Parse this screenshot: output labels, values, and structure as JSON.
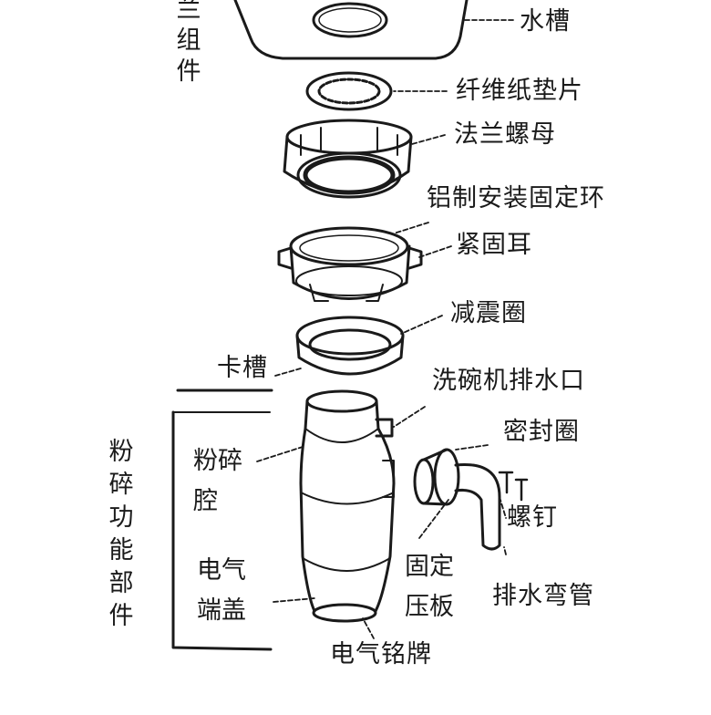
{
  "diagram": {
    "groups": {
      "flange_assembly": "兰组件",
      "grinding_unit": "粉碎功能部件"
    },
    "parts": {
      "sink": "水槽",
      "fiber_gasket": "纤维纸垫片",
      "flange_nut": "法兰螺母",
      "aluminum_ring": "铝制安装固定环",
      "fastening_ear": "紧固耳",
      "shock_ring": "减震圈",
      "slot": "卡槽",
      "dishwasher_outlet": "洗碗机排水口",
      "seal_ring": "密封圈",
      "grinding_chamber": "粉碎腔",
      "screw": "螺钉",
      "fixing_plate": "固定压板",
      "electric_cover": "电气端盖",
      "drain_elbow": "排水弯管",
      "nameplate": "电气铭牌"
    },
    "colors": {
      "ink": "#1a1a1a",
      "background": "#ffffff"
    }
  }
}
